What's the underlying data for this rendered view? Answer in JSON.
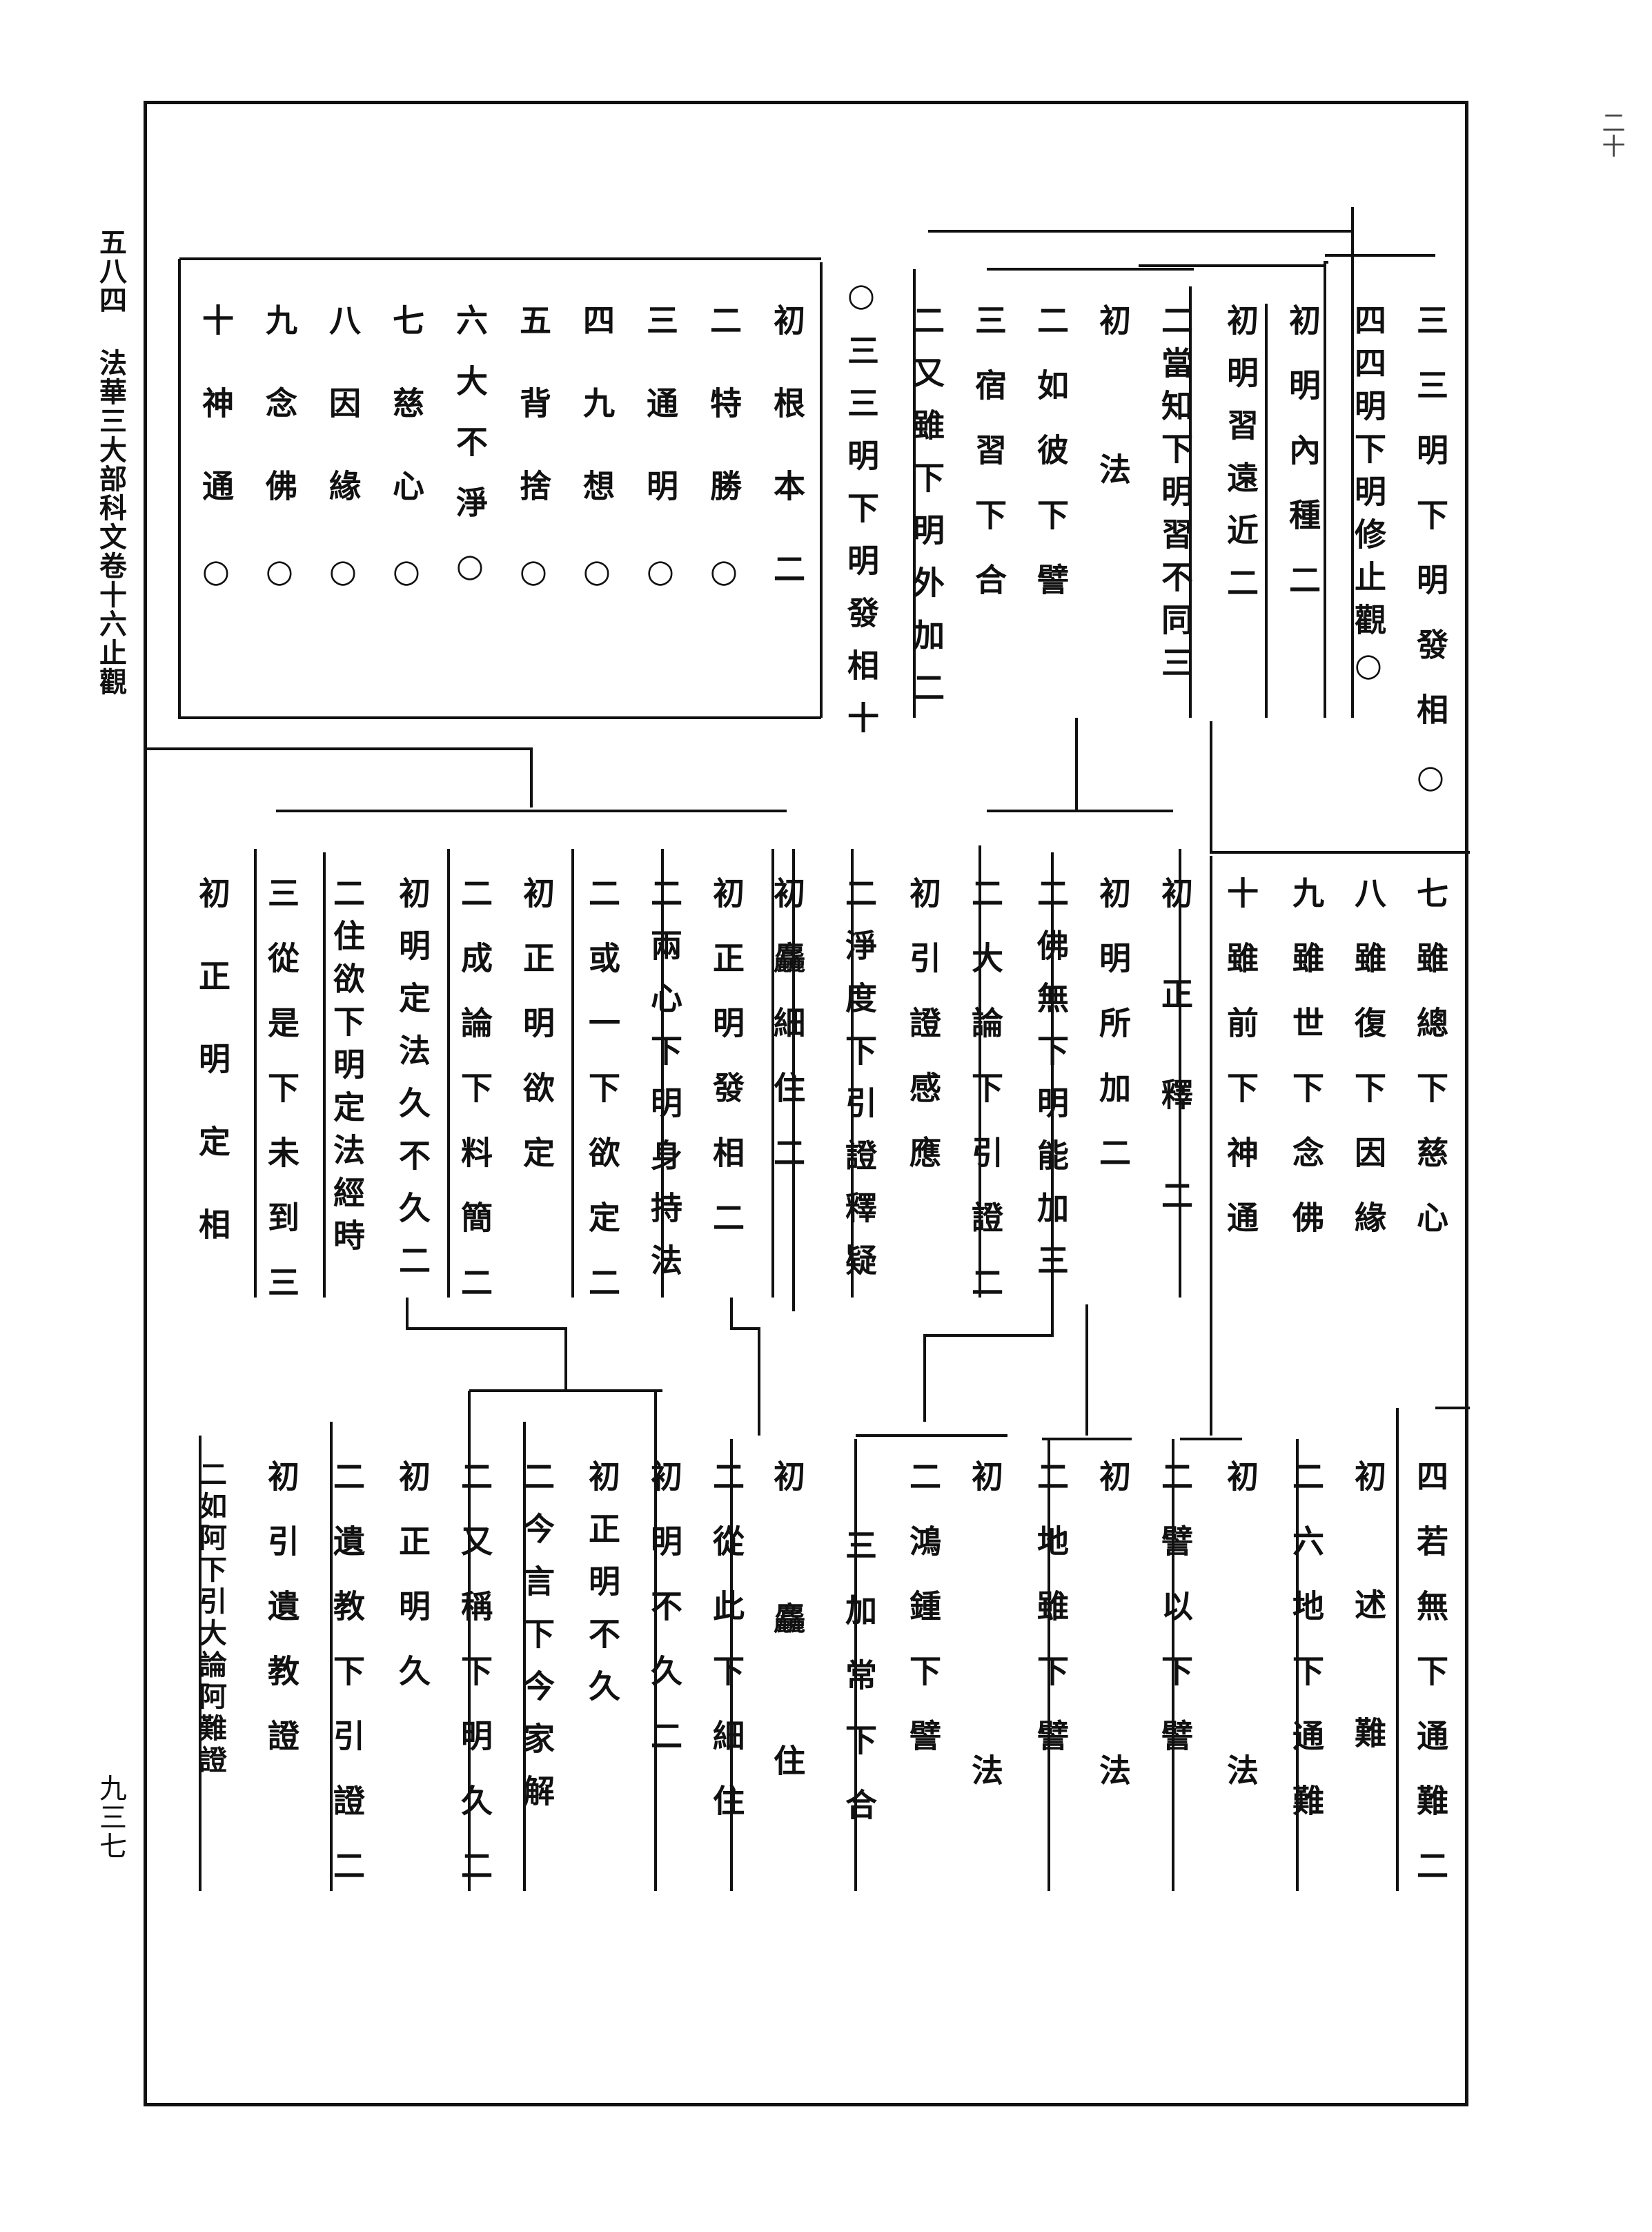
{
  "margin": {
    "top_right_mark": "二十",
    "left_header": "五八四 法華三大部科文卷十六止觀",
    "page_number": "九三七"
  },
  "band1": [
    "三三明下明發相○",
    "四四明下明修止觀○",
    "初明內種二",
    "初明習遠近二",
    "二當知下明習不同三",
    "初法",
    "二如彼下譬",
    "三宿習下合",
    "二又雖下明外加二",
    "○三三明下明發相十",
    "初根本二",
    "二特勝○",
    "三通明○",
    "四九想○",
    "五背捨○",
    "六大不淨○",
    "七慈心○",
    "八因緣○",
    "九念佛○",
    "十神通○"
  ],
  "band2": [
    "七雖總下慈心",
    "八雖復下因緣",
    "九雖世下念佛",
    "十雖前下神通",
    "初正釋二",
    "初明所加二",
    "二佛無下明能加三",
    "二大論下引證二",
    "初引證感應",
    "二淨度下引證釋疑",
    "初麤細住二",
    "初正明發相二",
    "二兩心下明身持法",
    "二或一下欲定二",
    "初正明欲定",
    "二成論下料簡二",
    "初明定法久不久二",
    "二住欲下明定法經時",
    "三從是下未到三",
    "初正明定相"
  ],
  "band3": [
    "四若無下通難二",
    "初述難",
    "二六地下通難",
    "初法",
    "二譬以下譬",
    "初法",
    "二地雖下譬",
    "初法",
    "二鴻鍾下譬",
    "三加常下合",
    "初麤住",
    "二從此下細住",
    "初明不久二",
    "初正明不久",
    "二今言下今家解",
    "二又稱下明久二",
    "初正明久",
    "二遺教下引證二",
    "初引遺教證",
    "二如阿下引大論阿難證"
  ]
}
